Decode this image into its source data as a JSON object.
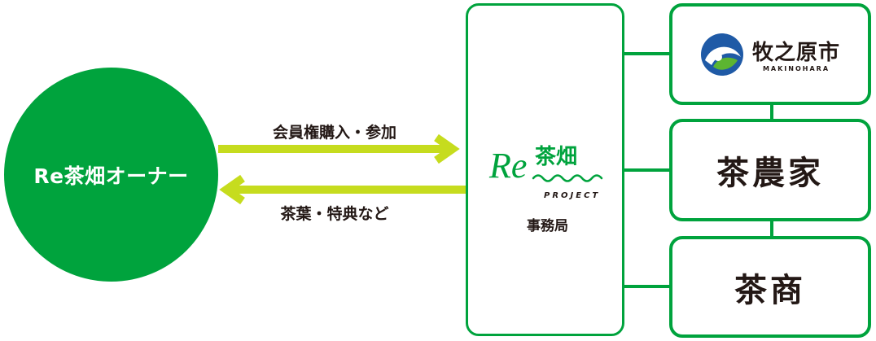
{
  "colors": {
    "green": "#00a33d",
    "lime": "#c6dc1e",
    "text": "#231815"
  },
  "owner": {
    "label": "Re茶畑オーナー"
  },
  "flows": {
    "to_secretariat": {
      "label": "会員権購入・参加"
    },
    "to_owner": {
      "label": "茶葉・特典など"
    }
  },
  "secretariat": {
    "logo": {
      "prefix": "Re",
      "name": "茶畑",
      "sub": "PROJECT"
    },
    "label": "事務局"
  },
  "partners": {
    "city": {
      "name": "牧之原市",
      "romaji": "MAKINOHARA",
      "icon": "makinohara-emblem-icon"
    },
    "farmer": {
      "label": "茶農家"
    },
    "merchant": {
      "label": "茶商"
    }
  }
}
